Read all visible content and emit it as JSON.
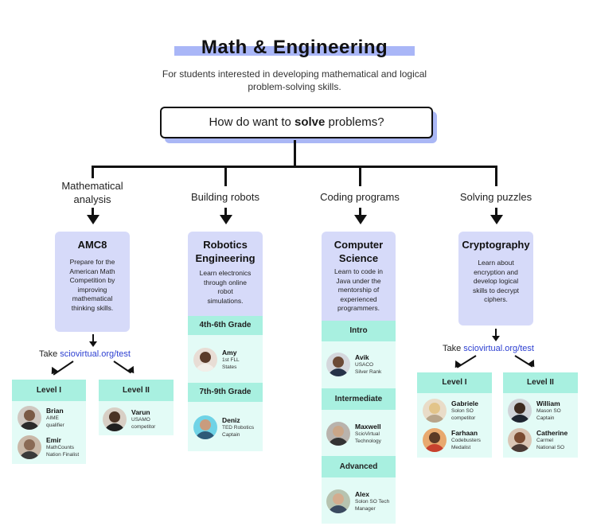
{
  "header": {
    "title": "Math & Engineering",
    "subtitle": "For students interested in developing mathematical and logical problem-solving skills."
  },
  "question": {
    "before": "How do want to ",
    "emphasis": "solve",
    "after": " problems?"
  },
  "branches": {
    "math": {
      "label": "Mathematical analysis",
      "course": "AMC8",
      "desc": "Prepare for the American Math Competition by improving mathematical thinking skills.",
      "take_prefix": "Take ",
      "take_link": "sciovirtual.org/test",
      "levels": [
        {
          "name": "Level I",
          "people": [
            {
              "name": "Brian",
              "desc": "AIME qualifier"
            },
            {
              "name": "Emir",
              "desc": "MathCounts Nation Finalist"
            }
          ]
        },
        {
          "name": "Level II",
          "people": [
            {
              "name": "Varun",
              "desc": "USAMO competitor"
            }
          ]
        }
      ]
    },
    "robots": {
      "label": "Building robots",
      "course": "Robotics Engineering",
      "desc": "Learn electronics through online robot simulations.",
      "levels": [
        {
          "name": "4th-6th Grade",
          "people": [
            {
              "name": "Amy",
              "desc": "1st FLL States"
            }
          ]
        },
        {
          "name": "7th-9th Grade",
          "people": [
            {
              "name": "Deniz",
              "desc": "TED Robotics Captain"
            }
          ]
        }
      ]
    },
    "coding": {
      "label": "Coding programs",
      "course": "Computer Science",
      "desc": "Learn to code in Java under the mentorship of experienced programmers.",
      "levels": [
        {
          "name": "Intro",
          "people": [
            {
              "name": "Avik",
              "desc": "USACO Silver Rank"
            }
          ]
        },
        {
          "name": "Intermediate",
          "people": [
            {
              "name": "Maxwell",
              "desc": "ScioVirtual Technology"
            }
          ]
        },
        {
          "name": "Advanced",
          "people": [
            {
              "name": "Alex",
              "desc": "Solon SO Tech Manager"
            }
          ]
        }
      ]
    },
    "puzzles": {
      "label": "Solving puzzles",
      "course": "Cryptography",
      "desc": "Learn about encryption and develop logical skills to decrypt ciphers.",
      "take_prefix": "Take ",
      "take_link": "sciovirtual.org/test",
      "levels": [
        {
          "name": "Level I",
          "people": [
            {
              "name": "Gabriele",
              "desc": "Solon SO competitor"
            },
            {
              "name": "Farhaan",
              "desc": "Codebusters Medalist"
            }
          ]
        },
        {
          "name": "Level II",
          "people": [
            {
              "name": "William",
              "desc": "Mason SO Captain"
            },
            {
              "name": "Catherine",
              "desc": "Carmel National SO"
            }
          ]
        }
      ]
    }
  },
  "colors": {
    "title_highlight": "#a9b6f7",
    "course_card": "#d6daf9",
    "level_header": "#a8f0e0",
    "level_body": "#e3fbf6",
    "link": "#2c3fd1"
  }
}
